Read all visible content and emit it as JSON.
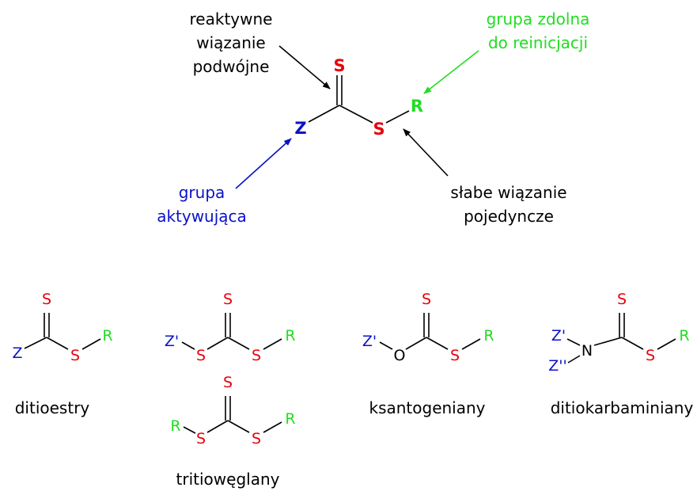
{
  "colors": {
    "black": "#000000",
    "sulfur": "#e8000b",
    "activating": "#0a12c8",
    "leaving": "#22dd22"
  },
  "annotations": {
    "double_bond": [
      "reaktywne",
      "wiązanie",
      "podwójne"
    ],
    "reinitiating": [
      "grupa zdolna",
      "do reinicjacji"
    ],
    "activating": [
      "grupa",
      "aktywująca"
    ],
    "weak_bond": [
      "słabe wiązanie",
      "pojedyncze"
    ]
  },
  "atoms": {
    "S": "S",
    "Z": "Z",
    "R": "R",
    "Z1": "Z'",
    "Z2": "Z''",
    "O": "O",
    "N": "N"
  },
  "captions": {
    "dithioesters": "ditioestry",
    "trithiocarbonates": "tritiowęglany",
    "xanthates": "ksantogeniany",
    "dithiocarbamates": "ditiokarbaminiany"
  }
}
